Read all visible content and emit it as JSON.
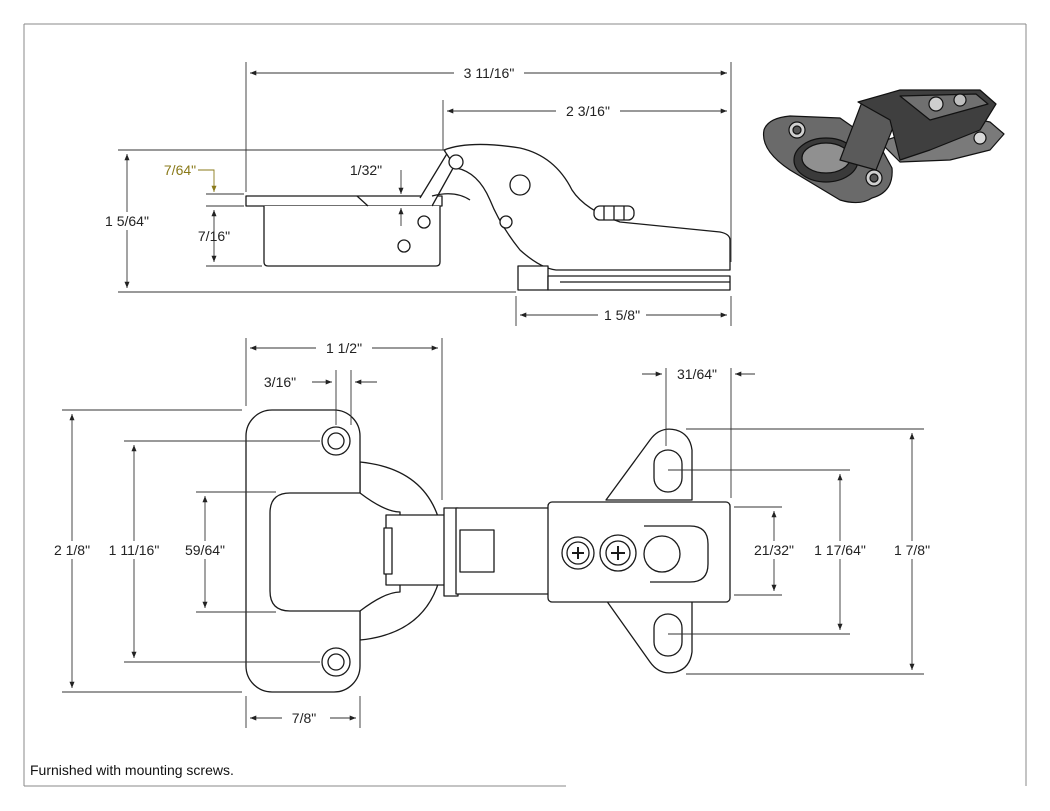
{
  "colors": {
    "line": "#1a1a1a",
    "dimension": "#222222",
    "accent": "#8a7a1a",
    "border": "#7a7a7a"
  },
  "side_view": {
    "overall_length": "3 11/16\"",
    "arm_length": "2 3/16\"",
    "plate_length": "1 5/8\"",
    "total_height": "1 5/64\"",
    "cup_depth": "7/16\"",
    "flange_thickness": "7/64\"",
    "gap": "1/32\""
  },
  "top_view": {
    "cup_to_arm": "1 1/2\"",
    "hole_offset": "3/16\"",
    "cup_flange_width": "7/8\"",
    "flange_height": "2 1/8\"",
    "hole_spacing": "1 11/16\"",
    "cup_diameter": "59/64\"",
    "plate_offset": "31/64\"",
    "arm_width": "21/32\"",
    "slot_spacing": "1 17/64\"",
    "plate_height": "1 7/8\""
  },
  "thumbnail": {
    "icon": "hinge-3d-icon"
  },
  "footer": {
    "note": "Furnished with mounting screws."
  }
}
